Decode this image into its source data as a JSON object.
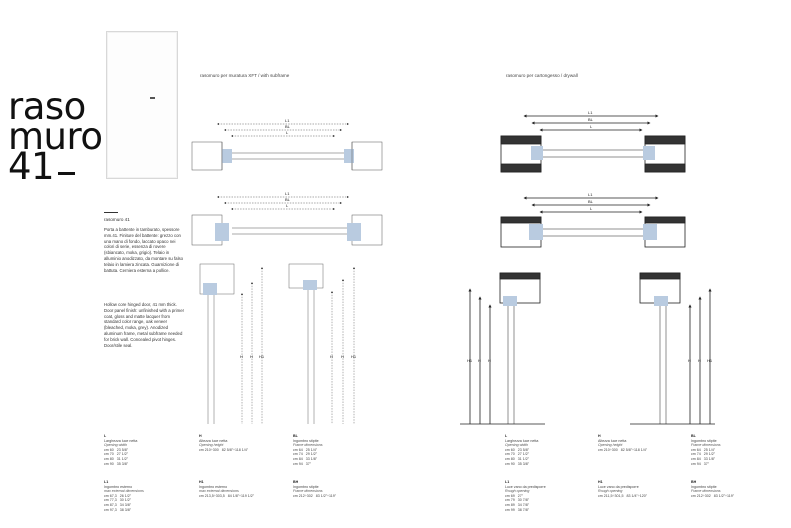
{
  "brand": {
    "line1": "raso",
    "line2": "muro",
    "line3": "41"
  },
  "sections": {
    "left_title": "rasomuro per muratura XFT / with subframe",
    "right_title": "rasomuro per cartongesso / drywall"
  },
  "dim_labels": {
    "l1": "L1",
    "bl": "BL",
    "l": "L",
    "h": "H",
    "h1": "H1"
  },
  "model": {
    "name": "rasomuro 41",
    "it_text": "Porta a battente in tamburato, spessore mm.41. Finiture del battente: grezzo con una mano di fondo, laccato opaco nei colori di serie, essenza di rovere (sbiancato, moka, grigio). Telaio in alluminio anodizzato, da montare su falso telaio in lamiera zincata. Guarnizione di battuta. Cerniera esterna a pollice.",
    "en_text": "Hollow core hinged door, 41 mm thick. Door panel finish: unfinished with a primer coat, gloss and matte lacquer from standard color range, oak veneer (bleached, moka, grey). Anodized aluminum frame, metal subframe needed for brick wall. Concealed pivot hinges. Door/stile seal."
  },
  "specs_left": [
    {
      "code": "L",
      "it": "Larghezza luce netta",
      "en": "Opening width",
      "rows": [
        "cm 60   23 5/8\"",
        "cm 70   27 1/2\"",
        "cm 80   31 1/2\"",
        "cm 90   35 3/8\""
      ]
    },
    {
      "code": "H",
      "it": "Altezza luce netta",
      "en": "Opening height",
      "rows": [
        "cm 210÷300   82 5/8\"÷118 1/4\""
      ]
    },
    {
      "code": "BL",
      "it": "Ingombro stipite",
      "en": "Frame dimensions",
      "rows": [
        "cm 64   25 1/4\"",
        "cm 74   29 1/2\"",
        "cm 84   33 1/8\"",
        "cm 94   37\""
      ]
    },
    {
      "code": "L1",
      "it": "Ingombro esterno",
      "en": "max external dimensions",
      "rows": [
        "cm 67,3   26 1/2\"",
        "cm 77,3   30 1/2\"",
        "cm 87,3   34 3/8\"",
        "cm 97,3   38 3/8\""
      ]
    },
    {
      "code": "H1",
      "it": "Ingombro esterno",
      "en": "max external dimensions",
      "rows": [
        "cm 213,5÷303,5   84 1/8\"÷119 1/2\""
      ]
    },
    {
      "code": "BH",
      "it": "Ingombro stipite",
      "en": "Frame dimensions",
      "rows": [
        "cm 212÷302   83 1/2\"÷119\""
      ]
    }
  ],
  "specs_right": [
    {
      "code": "L",
      "it": "Larghezza luce netta",
      "en": "Opening width",
      "rows": [
        "cm 60   23 5/8\"",
        "cm 70   27 1/2\"",
        "cm 80   31 1/2\"",
        "cm 90   35 3/8\""
      ]
    },
    {
      "code": "H",
      "it": "Altezza luce netta",
      "en": "Opening height",
      "rows": [
        "cm 210÷300   82 5/8\"÷118 1/4\""
      ]
    },
    {
      "code": "BL",
      "it": "Ingombro stipite",
      "en": "Frame dimensions",
      "rows": [
        "cm 64   25 1/4\"",
        "cm 74   29 1/2\"",
        "cm 84   33 1/8\"",
        "cm 94   37\""
      ]
    },
    {
      "code": "L1",
      "it": "Luce vano da predisporre",
      "en": "Rough opening",
      "rows": [
        "cm 69   27\"",
        "cm 79   30 7/8\"",
        "cm 89   34 7/8\"",
        "cm 99   38 7/8\""
      ]
    },
    {
      "code": "H1",
      "it": "Luce vano da predisporre",
      "en": "Rough opening",
      "rows": [
        "cm 211,5÷301,5   83 1/4\"÷120\""
      ]
    },
    {
      "code": "BH",
      "it": "Ingombro stipite",
      "en": "Frame dimensions",
      "rows": [
        "cm 212÷302   83 1/2\"÷119\""
      ]
    }
  ],
  "colors": {
    "frame_blue": "#b9cbe0",
    "line": "#222222"
  }
}
